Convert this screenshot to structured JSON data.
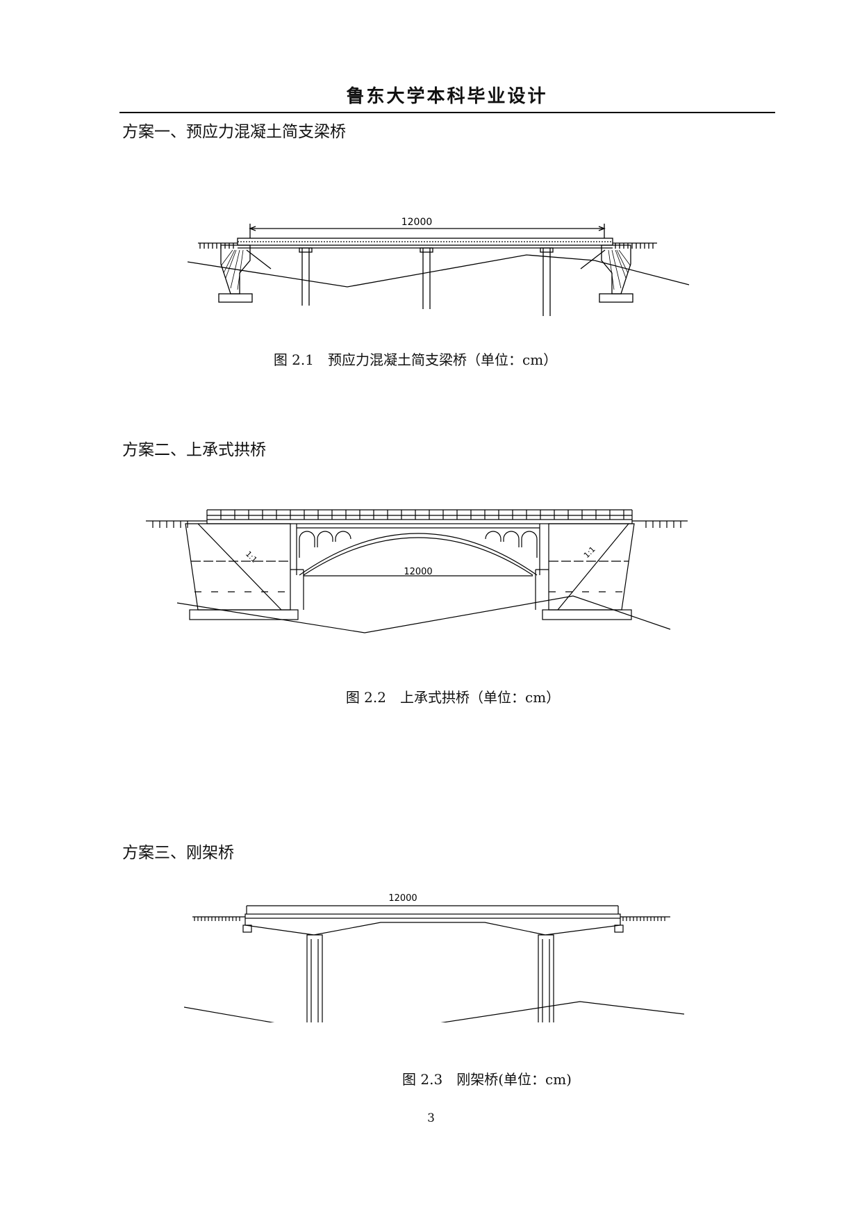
{
  "header": {
    "title": "鲁东大学本科毕业设计"
  },
  "schemes": [
    {
      "title": "方案一、预应力混凝土简支梁桥",
      "figure_caption": "图 2.1　预应力混凝土简支梁桥（单位：cm）",
      "span_label": "12000"
    },
    {
      "title": "方案二、上承式拱桥",
      "figure_caption": "图 2.2　上承式拱桥（单位：cm）",
      "span_label": "12000",
      "slope_label": "1:1"
    },
    {
      "title": "方案三、刚架桥",
      "figure_caption": "图 2.3　刚架桥(单位：cm)",
      "span_label": "12000"
    }
  ],
  "page_number": "3"
}
